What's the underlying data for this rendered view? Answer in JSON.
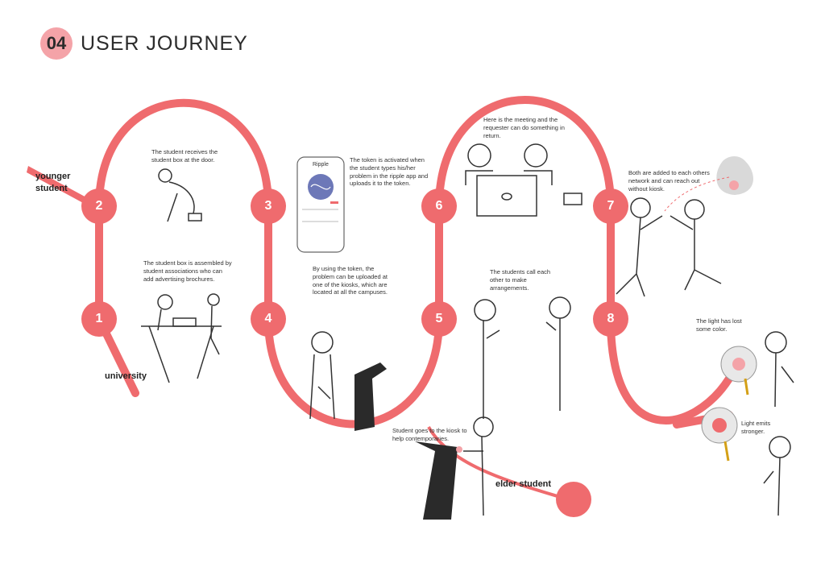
{
  "header": {
    "number": "04",
    "title": "USER JOURNEY"
  },
  "nodes": [
    "1",
    "2",
    "3",
    "4",
    "5",
    "6",
    "7",
    "8"
  ],
  "labels": {
    "younger": "younger student",
    "university": "university",
    "elder": "elder student"
  },
  "notes": {
    "n1": "The student box is assembled by student associations who can add advertising brochures.",
    "n2": "The student receives the student box at the door.",
    "n3": "The token is activated when the student types his/her problem in the ripple app and uploads it to the token.",
    "n4": "By using the token, the problem can be uploaded at one of the kiosks, which are located at all the campuses.",
    "n5": "Student goes to the kiosk to help contemporaries.",
    "n6": "Here is the meeting and the requester can do something in return.",
    "n5b": "The students call each other to make arrangements.",
    "n7": "Both are added to each others network and can reach out without kiosk.",
    "n8a": "The light has lost some color.",
    "n8b": "Light emits stronger."
  },
  "phone": {
    "app_name": "Ripple"
  },
  "colors": {
    "path": "#ef6b6e",
    "badge": "#f4a3a8",
    "kiosk": "#2a2a2a"
  }
}
